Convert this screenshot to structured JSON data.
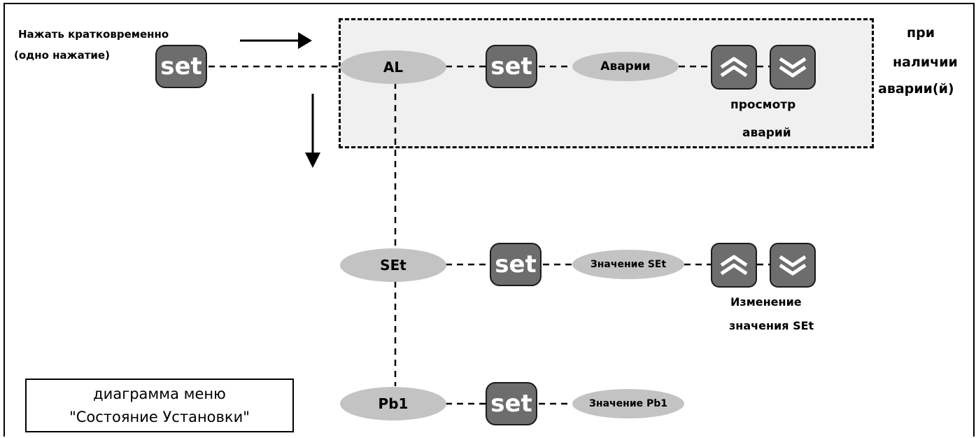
{
  "instruction": {
    "line1": "Нажать кратковременно",
    "line2": "(одно нажатие)"
  },
  "alarm_note": {
    "line1": "при",
    "line2": "наличии",
    "line3": "аварии(й)"
  },
  "nodes": {
    "al": "AL",
    "set_menu": "SEt",
    "pb1": "Pb1",
    "alarms": "Аварии",
    "set_value": "Значение SEt",
    "pb1_value": "Значение Pb1"
  },
  "keys": {
    "set": "set"
  },
  "captions": {
    "view_alarms_line1": "просмотр",
    "view_alarms_line2": "аварий",
    "change_value_line1": "Изменение",
    "change_value_line2": "значения SEt"
  },
  "legend": {
    "line1": "диаграмма меню",
    "line2": "\"Состояние Установки\""
  },
  "icons": [
    "up-arrow-icon",
    "down-arrow-icon",
    "right-arrow-icon"
  ],
  "colors": {
    "key_fill": "#6d6d6d",
    "ellipse_fill": "#c3c3c3",
    "alarm_box_fill": "#f0f0f0"
  }
}
